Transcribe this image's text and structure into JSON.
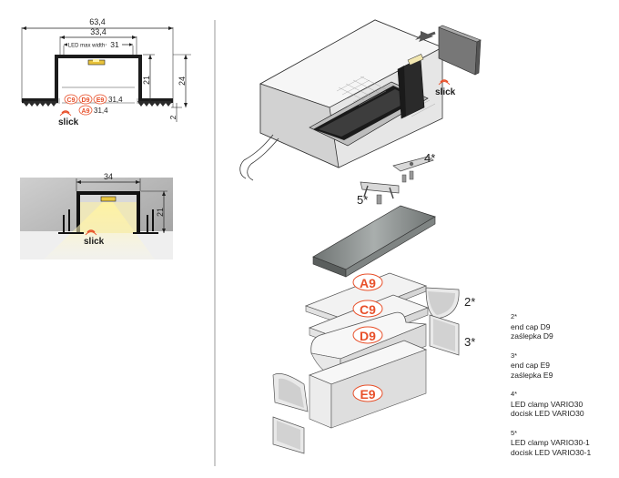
{
  "profile_section": {
    "dim_total_width": "63,4",
    "dim_inner_width": "33,4",
    "led_max_width_label": "LED max width",
    "led_max_width_value": "31",
    "dim_height_inner": "21",
    "dim_height_total": "24",
    "dim_flange": "2",
    "cover_badges": [
      "C9",
      "D9",
      "E9"
    ],
    "cover_width_1": "31,4",
    "cover_badge_a": "A9",
    "cover_width_2": "31,4",
    "brand": "slick"
  },
  "installation_section": {
    "dim_width": "34",
    "dim_height": "21",
    "brand": "slick"
  },
  "exploded_view": {
    "brand": "slick",
    "callouts": [
      "4*",
      "5*",
      "2*",
      "3*"
    ],
    "covers": [
      "A9",
      "C9",
      "D9",
      "E9"
    ]
  },
  "legend": [
    {
      "num": "2*",
      "en": "end cap D9",
      "pl": "zaślepka D9"
    },
    {
      "num": "3*",
      "en": "end cap E9",
      "pl": "zaślepka E9"
    },
    {
      "num": "4*",
      "en": "LED clamp VARIO30",
      "pl": "docisk LED VARIO30"
    },
    {
      "num": "5*",
      "en": "LED clamp VARIO30-1",
      "pl": "docisk LED VARIO30-1"
    }
  ],
  "colors": {
    "accent": "#e8502a",
    "wall": "#bdbdbd",
    "line": "#222222",
    "led_light": "#f6e27a"
  }
}
